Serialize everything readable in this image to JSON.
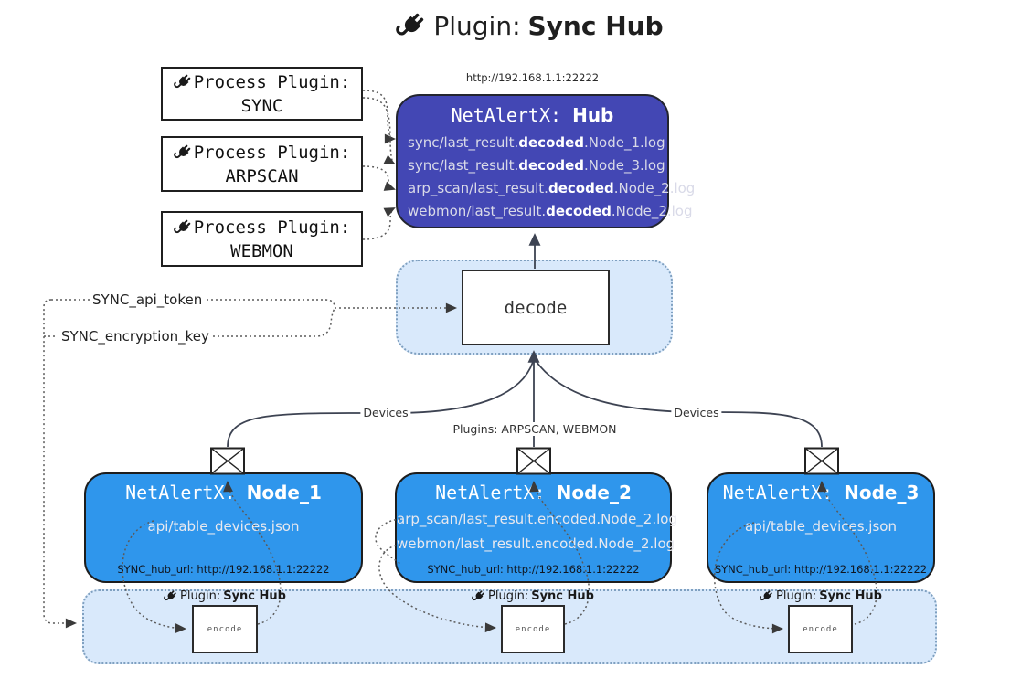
{
  "title": {
    "prefix": "Plugin:",
    "name": "Sync Hub"
  },
  "hub": {
    "url": "http://192.168.1.1:22222",
    "prefix": "NetAlertX:",
    "name": "Hub",
    "files": [
      {
        "pre": "sync/last_result.",
        "bold": "decoded",
        "post": ".Node_1.log"
      },
      {
        "pre": "sync/last_result.",
        "bold": "decoded",
        "post": ".Node_3.log"
      },
      {
        "pre": "arp_scan/last_result.",
        "bold": "decoded",
        "post": ".Node_2.log"
      },
      {
        "pre": "webmon/last_result.",
        "bold": "decoded",
        "post": ".Node_2.log"
      }
    ]
  },
  "process_plugins": [
    {
      "label": "Process Plugin:",
      "name": "SYNC"
    },
    {
      "label": "Process Plugin:",
      "name": "ARPSCAN"
    },
    {
      "label": "Process Plugin:",
      "name": "WEBMON"
    }
  ],
  "decode": {
    "label": "decode"
  },
  "keys": {
    "api_token": "SYNC_api_token",
    "encryption_key": "SYNC_encryption_key"
  },
  "edge_labels": {
    "devices_left": "Devices",
    "plugins_center": "Plugins: ARPSCAN, WEBMON",
    "devices_right": "Devices"
  },
  "nodes": [
    {
      "prefix": "NetAlertX:",
      "name": "Node_1",
      "files": [
        "api/table_devices.json"
      ],
      "hub_url": "SYNC_hub_url: http://192.168.1.1:22222"
    },
    {
      "prefix": "NetAlertX:",
      "name": "Node_2",
      "files": [
        "arp_scan/last_result.encoded.Node_2.log",
        "webmon/last_result.encoded.Node_2.log"
      ],
      "hub_url": "SYNC_hub_url: http://192.168.1.1:22222"
    },
    {
      "prefix": "NetAlertX:",
      "name": "Node_3",
      "files": [
        "api/table_devices.json"
      ],
      "hub_url": "SYNC_hub_url: http://192.168.1.1:22222"
    }
  ],
  "encoders": [
    {
      "label_prefix": "Plugin:",
      "label_name": "Sync Hub",
      "box_label": "encode"
    },
    {
      "label_prefix": "Plugin:",
      "label_name": "Sync Hub",
      "box_label": "encode"
    },
    {
      "label_prefix": "Plugin:",
      "label_name": "Sync Hub",
      "box_label": "encode"
    }
  ],
  "colors": {
    "hub_fill": "#4347b4",
    "node_fill": "#2f96ec",
    "subgraph_fill": "#d9e9fb",
    "subgraph_border": "#7fa0c0"
  }
}
